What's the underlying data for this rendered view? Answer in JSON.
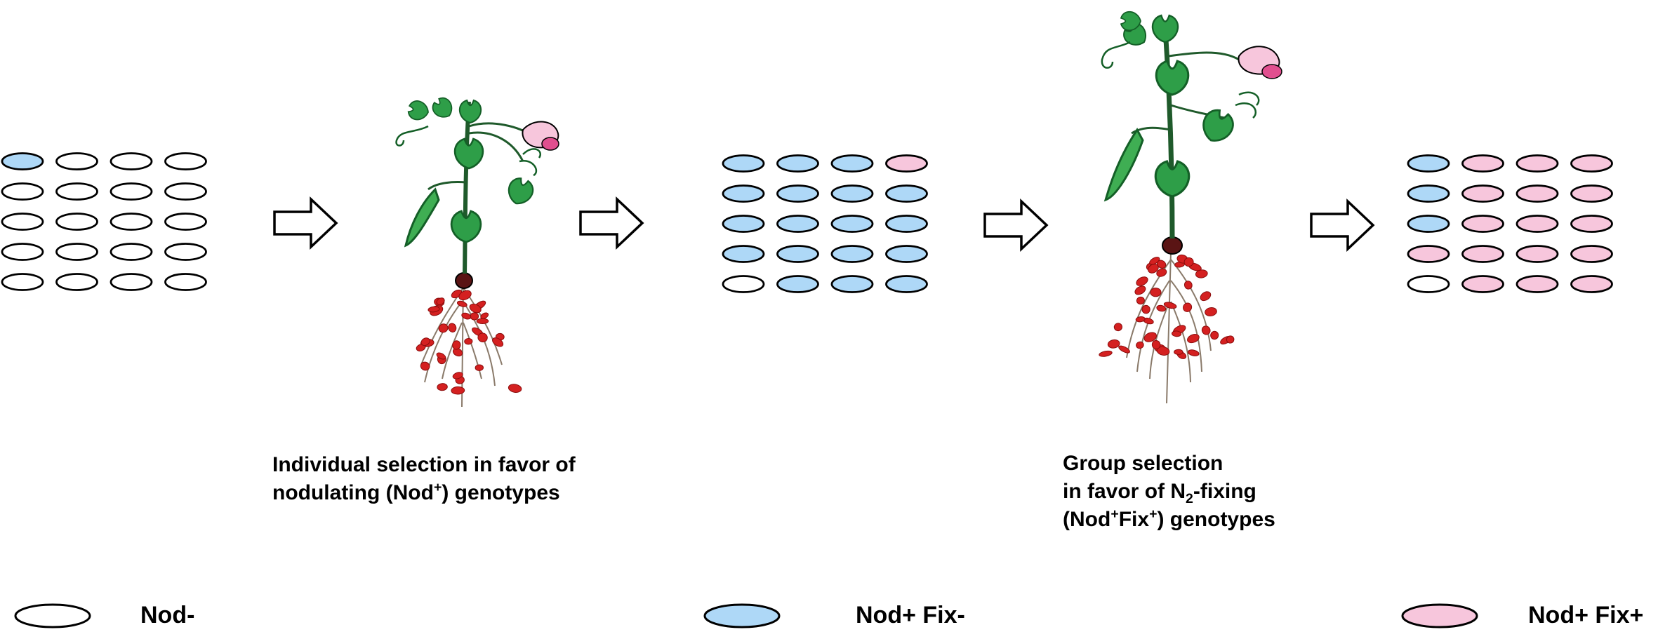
{
  "colors": {
    "nod_minus": "#ffffff",
    "nod_plus_fix_minus": "#aed8f7",
    "nod_plus_fix_plus": "#f7c6dc",
    "outline": "#000000",
    "leaf": "#2e9e48",
    "leaf_dark": "#145f27",
    "nodule": "#d42020",
    "flower": "#e14f8f"
  },
  "populations": [
    {
      "grid": [
        [
          "B",
          "W",
          "W",
          "W"
        ],
        [
          "W",
          "W",
          "W",
          "W"
        ],
        [
          "W",
          "W",
          "W",
          "W"
        ],
        [
          "W",
          "W",
          "W",
          "W"
        ],
        [
          "W",
          "W",
          "W",
          "W"
        ]
      ]
    },
    {
      "grid": [
        [
          "B",
          "B",
          "B",
          "P"
        ],
        [
          "B",
          "B",
          "B",
          "B"
        ],
        [
          "B",
          "B",
          "B",
          "B"
        ],
        [
          "B",
          "B",
          "B",
          "B"
        ],
        [
          "W",
          "B",
          "B",
          "B"
        ]
      ]
    },
    {
      "grid": [
        [
          "B",
          "P",
          "P",
          "P"
        ],
        [
          "B",
          "P",
          "P",
          "P"
        ],
        [
          "B",
          "P",
          "P",
          "P"
        ],
        [
          "P",
          "P",
          "P",
          "P"
        ],
        [
          "W",
          "P",
          "P",
          "P"
        ]
      ]
    }
  ],
  "captions": {
    "individual": {
      "line1": "Individual selection in favor of",
      "line2_pre": "nodulating (Nod",
      "line2_sup": "+",
      "line2_post": ") genotypes"
    },
    "group": {
      "line1": "Group selection",
      "line2_pre": "in favor of N",
      "line2_sub": "2",
      "line2_post": "-fixing",
      "line3_pre": "(Nod",
      "line3_sup1": "+",
      "line3_mid": "Fix",
      "line3_sup2": "+",
      "line3_post": ") genotypes"
    }
  },
  "legend": {
    "nod_minus": "Nod-",
    "nod_plus_fix_minus": "Nod+ Fix-",
    "nod_plus_fix_plus": "Nod+ Fix+"
  }
}
